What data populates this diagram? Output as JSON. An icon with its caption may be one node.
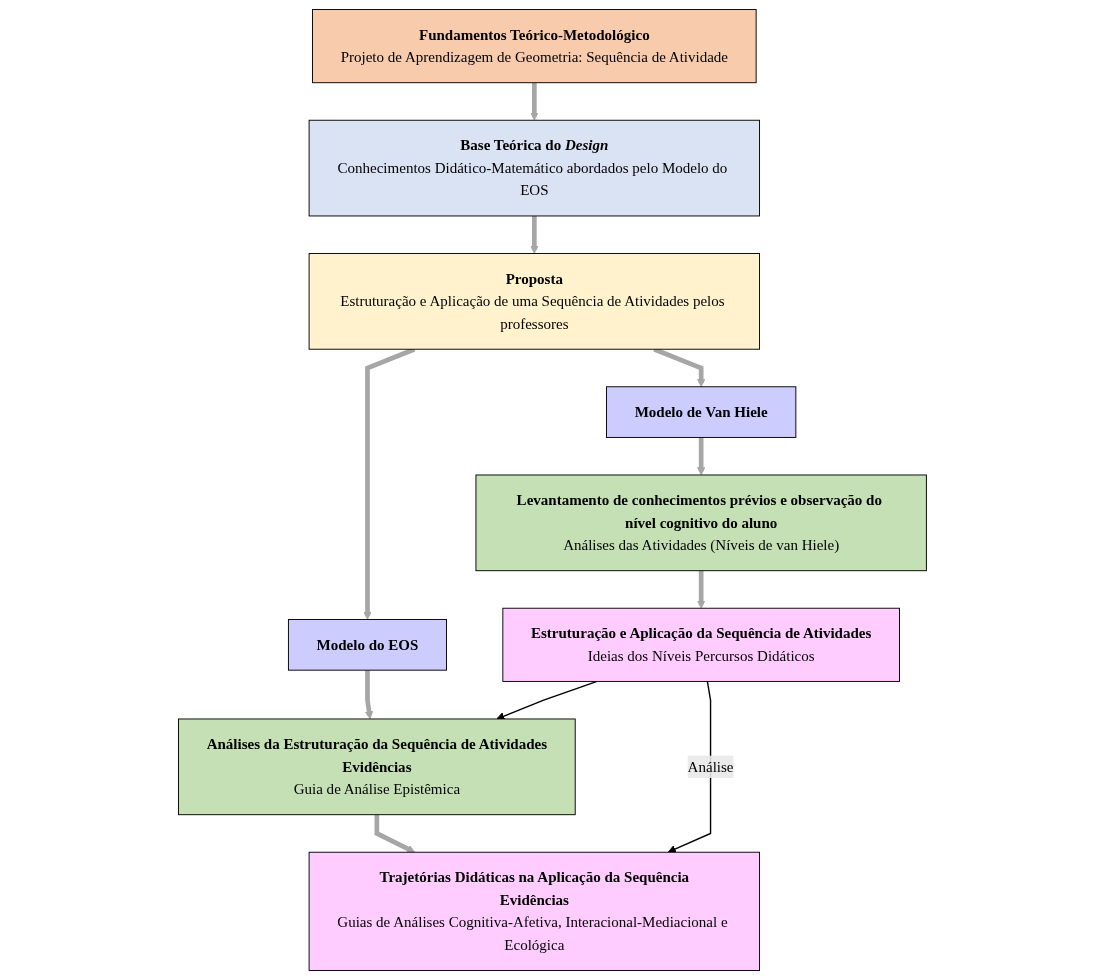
{
  "diagram": {
    "nodes": [
      {
        "text": [
          "Fundamentos Teórico-Metodológico",
          "Projeto de Aprendizagem de Geometria: Sequência de Atividade"
        ]
      },
      {
        "text": [
          "Base Teórica do *Design*",
          "Conhecimentos Didático-Matemático abordados pelo Modelo do EOS"
        ]
      },
      {
        "text": [
          "Proposta",
          "Estruturação e Aplicação de uma Sequência de Atividades pelos professores"
        ]
      },
      {
        "text": [
          "Modelo de Van Hiele"
        ]
      },
      {
        "text": [
          "Modelo do EOS"
        ]
      },
      {
        "text": [
          "Levantamento de conhecimentos prévios e observação do nível cognitivo do aluno",
          "Análises das Atividades (Níveis de van Hiele)"
        ]
      },
      {
        "text": [
          "Estruturação e Aplicação da Sequência de Atividades",
          "Ideias dos Níveis Percursos Didáticos"
        ]
      },
      {
        "text": [
          "Análises da Estruturação da Sequência de Atividades",
          "Evidências",
          "Guia de Análise Epistêmica"
        ]
      },
      {
        "text": [
          "Trajetórias Didáticas na Aplicação da Sequência",
          "Evidências",
          "Guias de Análises Cognitiva-Afetiva, Interacional-Mediacional e Ecológica"
        ]
      }
    ],
    "edges": [
      {
        "from": 0,
        "to": 1,
        "arrow": "to"
      },
      {
        "from": 1,
        "to": 2,
        "arrow": "to"
      },
      {
        "from": 2,
        "to": 3,
        "arrow": "to"
      },
      {
        "from": 2,
        "to": 4,
        "arrow": "to"
      },
      {
        "from": 3,
        "to": 5,
        "arrow": "to"
      },
      {
        "from": 4,
        "to": 7,
        "arrow": "to"
      },
      {
        "from": 5,
        "to": 6,
        "arrow": "to"
      },
      {
        "from": 7,
        "to": 8,
        "arrow": "to"
      },
      {
        "from": 6,
        "to": 7,
        "arrow": "to",
        "color": "#000000"
      },
      {
        "from": 6,
        "to": 8,
        "arrow": "to",
        "label": "Análise",
        "color": "#000000"
      }
    ]
  }
}
